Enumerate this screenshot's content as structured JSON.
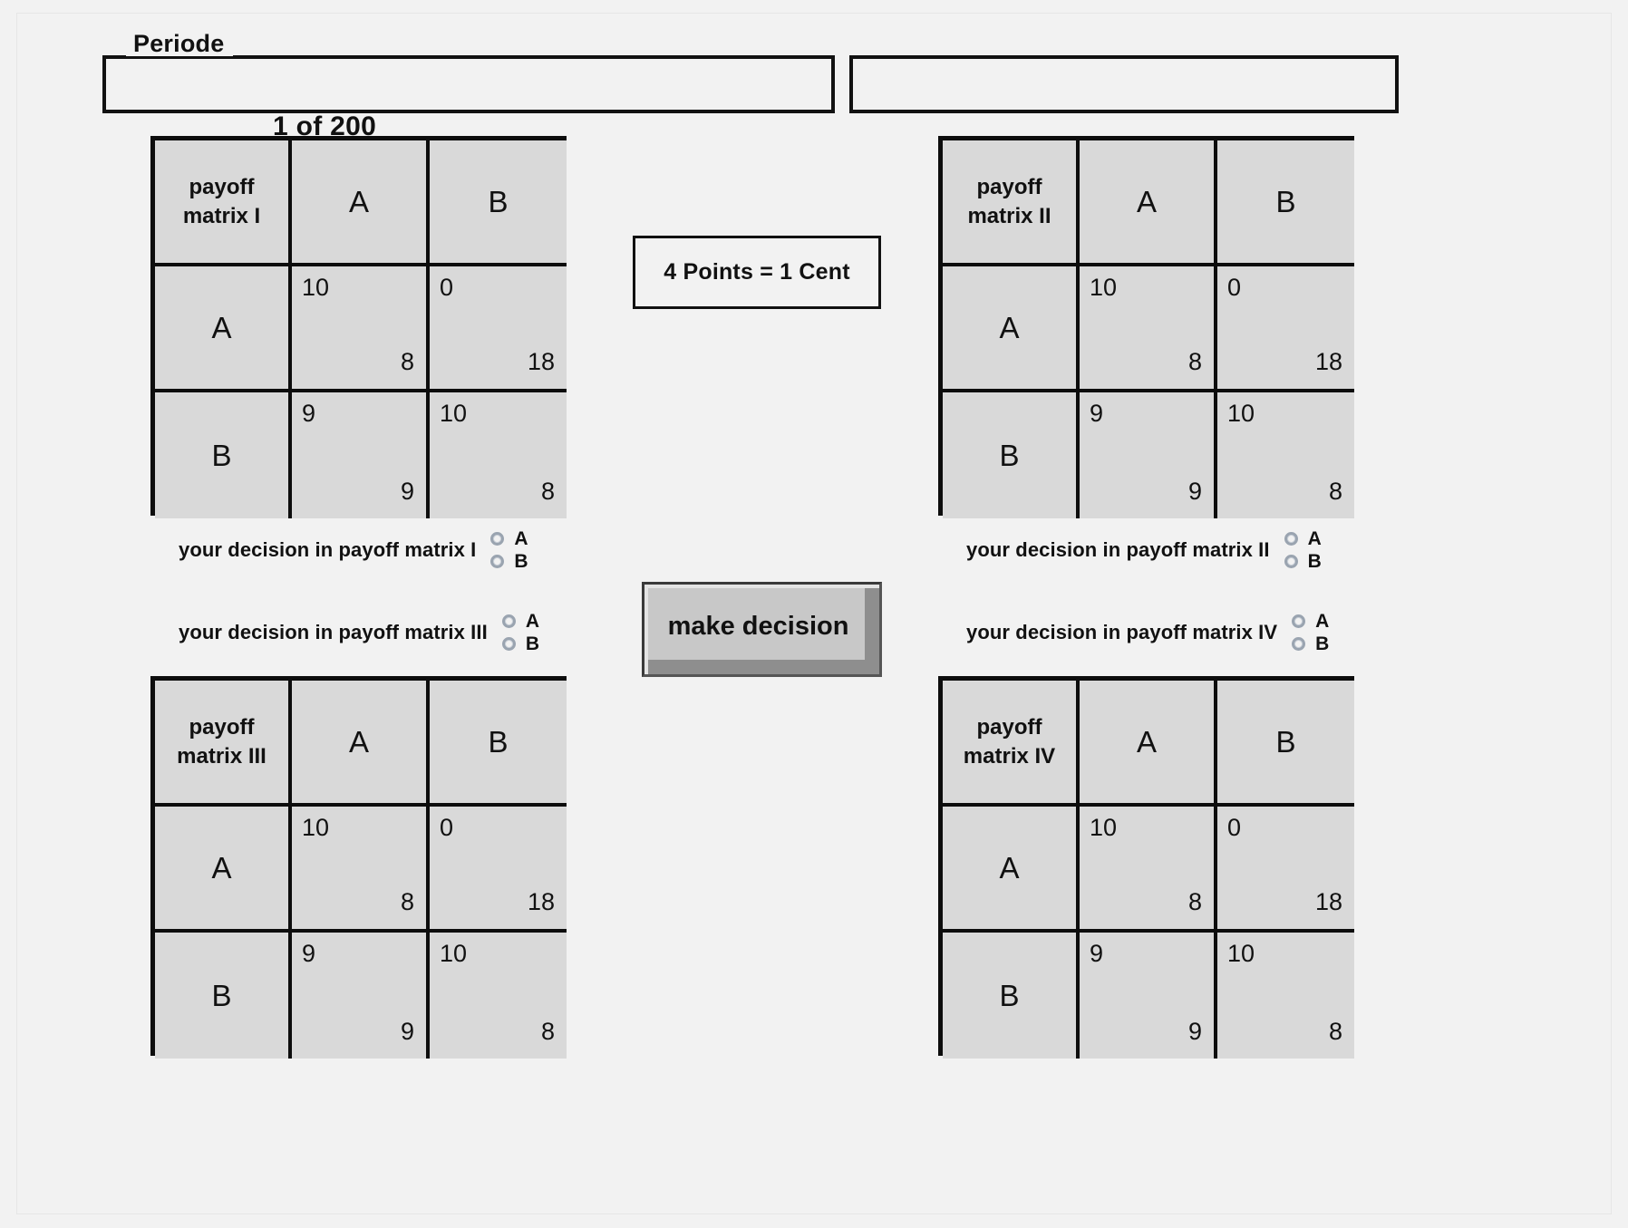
{
  "period": {
    "legend": "Periode",
    "value": "1 of 200"
  },
  "right_info_box": {
    "value": ""
  },
  "conversion": {
    "text": "4 Points = 1 Cent"
  },
  "action": {
    "make_decision_label": "make decision"
  },
  "matrix_common": {
    "col_headers": [
      "A",
      "B"
    ],
    "row_headers": [
      "A",
      "B"
    ],
    "payoffs": {
      "AA": {
        "row_player": "10",
        "col_player": "8"
      },
      "AB": {
        "row_player": "0",
        "col_player": "18"
      },
      "BA": {
        "row_player": "9",
        "col_player": "9"
      },
      "BB": {
        "row_player": "10",
        "col_player": "8"
      }
    }
  },
  "matrices": [
    {
      "id": "I",
      "title_line1": "payoff",
      "title_line2": "matrix I",
      "col_headers": [
        "A",
        "B"
      ],
      "row_headers": [
        "A",
        "B"
      ],
      "cells": {
        "AA_top": "10",
        "AA_bottom": "8",
        "AB_top": "0",
        "AB_bottom": "18",
        "BA_top": "9",
        "BA_bottom": "9",
        "BB_top": "10",
        "BB_bottom": "8"
      }
    },
    {
      "id": "II",
      "title_line1": "payoff",
      "title_line2": "matrix II",
      "col_headers": [
        "A",
        "B"
      ],
      "row_headers": [
        "A",
        "B"
      ],
      "cells": {
        "AA_top": "10",
        "AA_bottom": "8",
        "AB_top": "0",
        "AB_bottom": "18",
        "BA_top": "9",
        "BA_bottom": "9",
        "BB_top": "10",
        "BB_bottom": "8"
      }
    },
    {
      "id": "III",
      "title_line1": "payoff",
      "title_line2": "matrix III",
      "col_headers": [
        "A",
        "B"
      ],
      "row_headers": [
        "A",
        "B"
      ],
      "cells": {
        "AA_top": "10",
        "AA_bottom": "8",
        "AB_top": "0",
        "AB_bottom": "18",
        "BA_top": "9",
        "BA_bottom": "9",
        "BB_top": "10",
        "BB_bottom": "8"
      }
    },
    {
      "id": "IV",
      "title_line1": "payoff",
      "title_line2": "matrix IV",
      "col_headers": [
        "A",
        "B"
      ],
      "row_headers": [
        "A",
        "B"
      ],
      "cells": {
        "AA_top": "10",
        "AA_bottom": "8",
        "AB_top": "0",
        "AB_bottom": "18",
        "BA_top": "9",
        "BA_bottom": "9",
        "BB_top": "10",
        "BB_bottom": "8"
      }
    }
  ],
  "decisions": [
    {
      "label": "your decision in payoff matrix I",
      "options": [
        "A",
        "B"
      ],
      "selected": ""
    },
    {
      "label": "your decision in payoff matrix II",
      "options": [
        "A",
        "B"
      ],
      "selected": ""
    },
    {
      "label": "your decision in payoff matrix III",
      "options": [
        "A",
        "B"
      ],
      "selected": ""
    },
    {
      "label": "your decision in payoff matrix IV",
      "options": [
        "A",
        "B"
      ],
      "selected": ""
    }
  ],
  "colors": {
    "background": "#f2f2f2",
    "cell_fill": "#d9d9d9",
    "border": "#0d0d0d",
    "text": "#111111",
    "button_face": "#c8c8c8"
  }
}
